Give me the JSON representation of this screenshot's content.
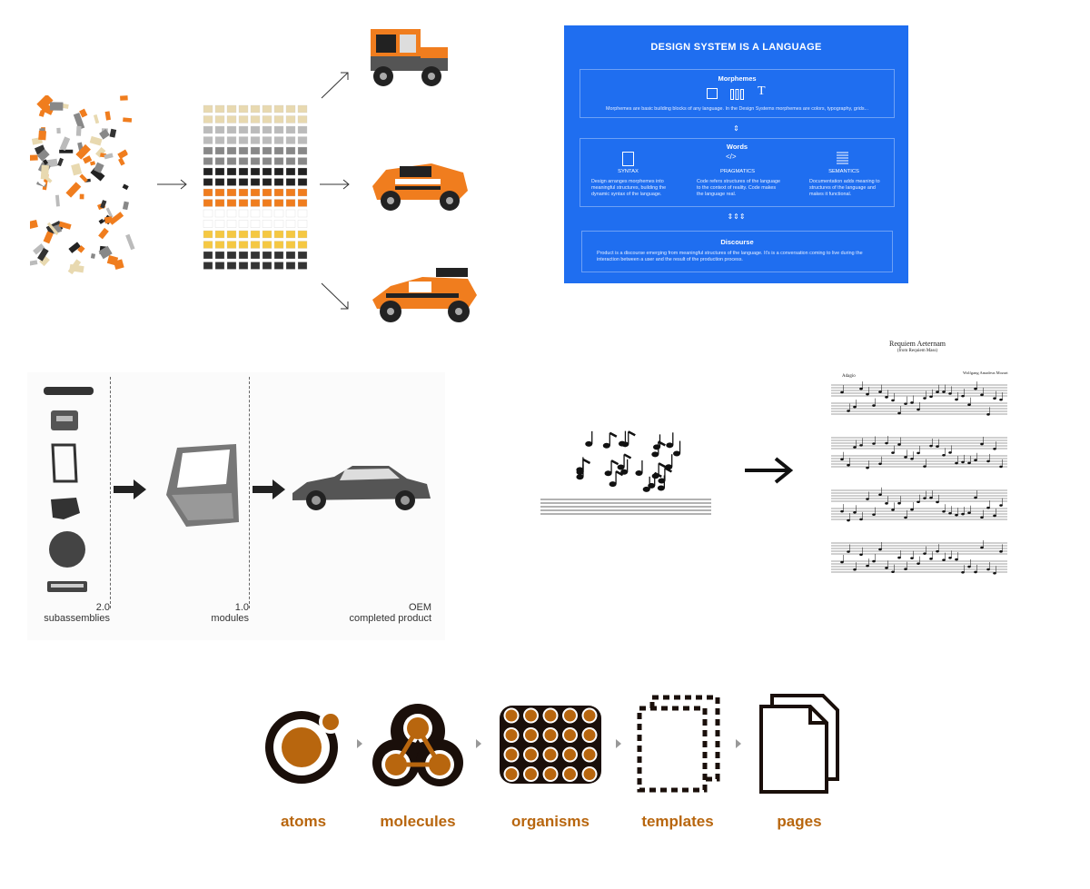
{
  "design_system": {
    "title": "DESIGN SYSTEM IS A LANGUAGE",
    "morphemes": {
      "heading": "Morphemes",
      "text": "Morphemes are basic building blocks of any language. In the Design Systems morphemes are colors, typography, grids..."
    },
    "words": {
      "heading": "Words",
      "syntax_label": "SYNTAX",
      "syntax_text": "Design arranges morphemes into meaningful structures, building the dynamic syntax of the language.",
      "pragmatics_label": "PRAGMATICS",
      "pragmatics_text": "Code refers structures of the language to the context of reality. Code makes the language real.",
      "semantics_label": "SEMANTICS",
      "semantics_text": "Documentation adds meaning to structures of the language and makes it functional."
    },
    "discourse": {
      "heading": "Discourse",
      "text": "Product is a discourse emerging from meaningful structures of the language. It's is a conversation coming to live during the interaction between a user and the result of the production process."
    }
  },
  "modular_car": {
    "levels": [
      {
        "number": "2.0",
        "label": "subassemblies"
      },
      {
        "number": "1.0",
        "label": "modules"
      },
      {
        "number": "OEM",
        "label": "completed product"
      }
    ]
  },
  "sheet_music": {
    "title": "Requiem Aeternam",
    "subtitle": "(from Requiem Mass)",
    "tempo": "Adagio",
    "composer": "Wolfgang Amadeus Mozart"
  },
  "atomic_design": {
    "stages": [
      "atoms",
      "molecules",
      "organisms",
      "templates",
      "pages"
    ],
    "accent": "#b8660e",
    "dark": "#1a0f0a"
  },
  "colors": {
    "panel_blue": "#1f6ef0",
    "lego_orange": "#f07d1e"
  }
}
